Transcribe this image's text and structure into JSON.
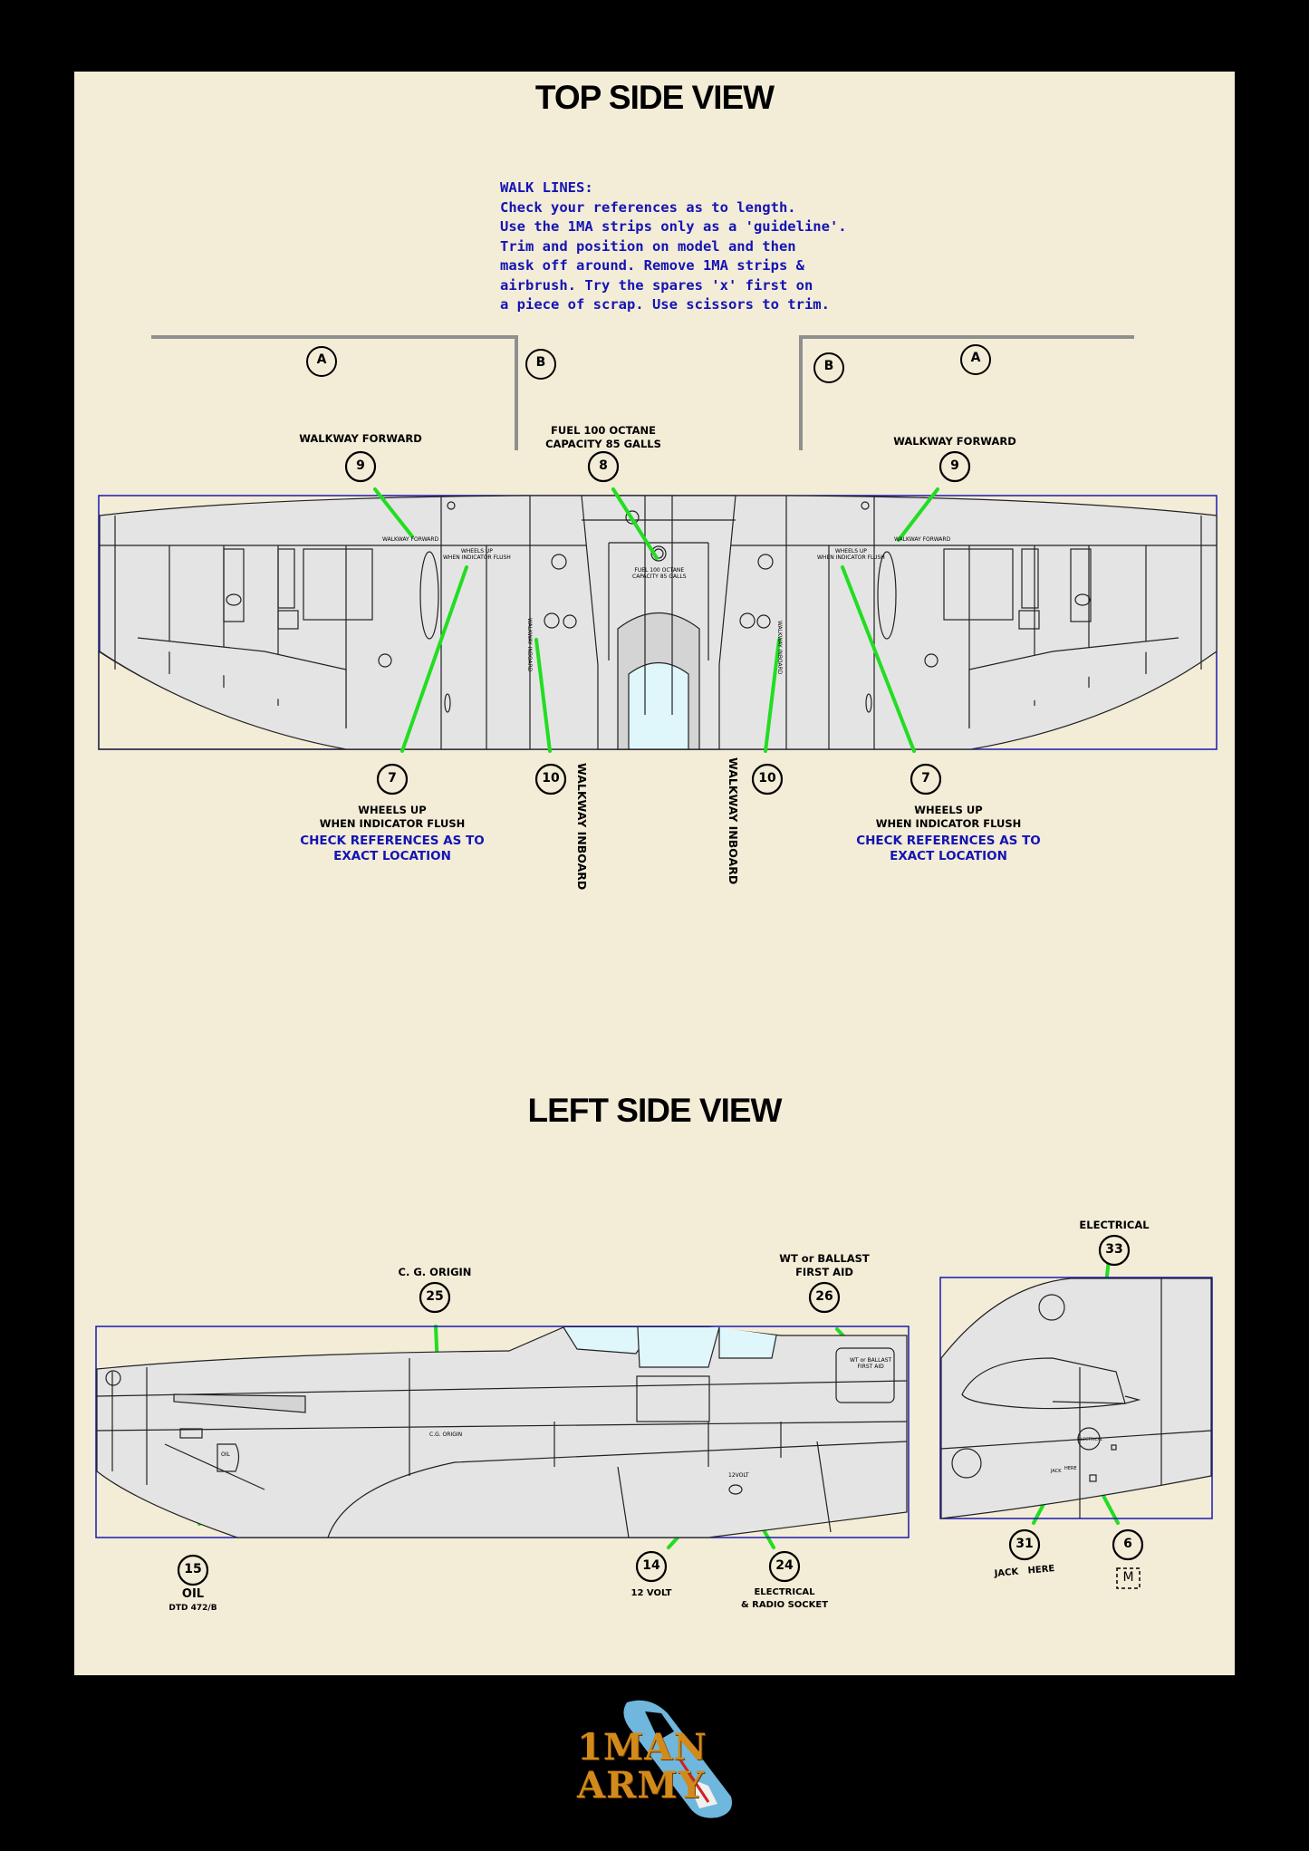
{
  "top_view": {
    "title": "TOP SIDE VIEW",
    "instructions": [
      "WALK LINES:",
      "Check your references as to length.",
      "Use the 1MA strips only as a 'guideline'.",
      "Trim and position on model and then",
      "mask off around. Remove 1MA strips &",
      "airbrush. Try the spares 'x' first on",
      "a piece of scrap. Use scissors to trim."
    ],
    "strips": {
      "a_left": "A",
      "b_left": "B",
      "b_right": "B",
      "a_right": "A"
    },
    "callouts": {
      "walkway_forward_left": {
        "number": "9",
        "label": "WALKWAY FORWARD"
      },
      "fuel": {
        "number": "8",
        "label": "FUEL 100 OCTANE\nCAPACITY 85 GALLS"
      },
      "walkway_forward_right": {
        "number": "9",
        "label": "WALKWAY FORWARD"
      },
      "wheels_left": {
        "number": "7",
        "label": "WHEELS UP\nWHEN INDICATOR FLUSH",
        "note": "CHECK REFERENCES AS TO\nEXACT LOCATION"
      },
      "inboard_left": {
        "number": "10",
        "label": "WALKWAY INBOARD"
      },
      "inboard_right": {
        "number": "10",
        "label": "WALKWAY INBOARD"
      },
      "wheels_right": {
        "number": "7",
        "label": "WHEELS UP\nWHEN INDICATOR FLUSH",
        "note": "CHECK REFERENCES AS TO\nEXACT LOCATION"
      }
    },
    "stencils": {
      "walkway_forward": "WALKWAY FORWARD",
      "wheels_up": "WHEELS UP\nWHEN INDICATOR FLUSH",
      "fuel": "FUEL 100 OCTANE\nCAPACITY 85 GALLS",
      "walkway_inboard": "WALKWAY INBOARD"
    }
  },
  "left_view": {
    "title": "LEFT SIDE VIEW",
    "callouts": {
      "cg": {
        "number": "25",
        "label": "C. G. ORIGIN"
      },
      "ballast": {
        "number": "26",
        "label": "WT or BALLAST\nFIRST AID"
      },
      "electrical_top": {
        "number": "33",
        "label": "ELECTRICAL"
      },
      "oil": {
        "number": "15",
        "label": "OIL",
        "sublabel": "DTD 472/B"
      },
      "volt": {
        "number": "14",
        "label": "12 VOLT"
      },
      "socket": {
        "number": "24",
        "label": "ELECTRICAL\n& RADIO SOCKET"
      },
      "jack": {
        "number": "31",
        "label": "JACK   HERE"
      },
      "m_marker": {
        "number": "6",
        "label": "M"
      }
    },
    "stencils": {
      "cg": "C.G. ORIGIN",
      "ballast": "WT or BALLAST\nFIRST AID",
      "oil": "OIL",
      "volt": "12VOLT",
      "electrical": "ELECTRICAL",
      "jack": "JACK",
      "here": "HERE"
    }
  },
  "logo": {
    "line1": "1MAN",
    "line2": "ARMY"
  },
  "colors": {
    "sheet": "#f3ecd7",
    "frame": "#000000",
    "leader": "#22dd22",
    "box": "#1a1ab0",
    "panel": "#e4e4e4",
    "instruction_text": "#1414b4",
    "logo_text": "#d28a1a",
    "logo_blade": "#6fb7dc"
  }
}
